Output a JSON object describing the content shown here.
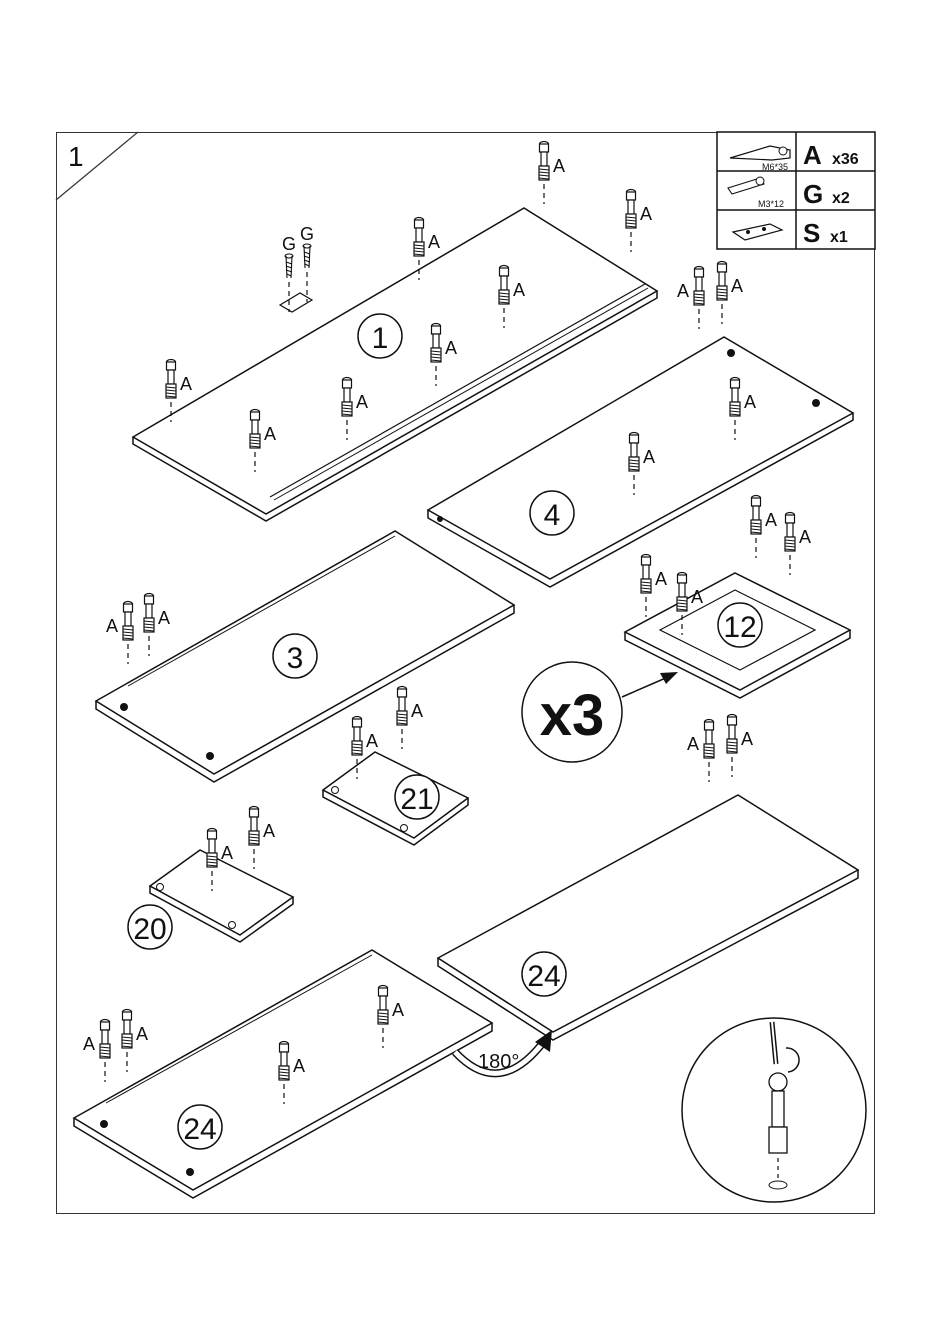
{
  "step": {
    "number": "1"
  },
  "hardware": [
    {
      "icon": "cam-bolt-icon",
      "spec": "M6*35",
      "letter": "A",
      "qty": "x36"
    },
    {
      "icon": "screw-icon",
      "spec": "M3*12",
      "letter": "G",
      "qty": "x2"
    },
    {
      "icon": "bracket-icon",
      "spec": "",
      "letter": "S",
      "qty": "x1"
    }
  ],
  "parts": {
    "p1": "1",
    "p4": "4",
    "p3": "3",
    "p12": "12",
    "p21": "21",
    "p20": "20",
    "p24a": "24",
    "p24b": "24"
  },
  "labels": {
    "bolt": "A",
    "screw": "G"
  },
  "multiplier": "x3",
  "rotation": "180°",
  "colors": {
    "line": "#111111",
    "panel": "#ffffff"
  }
}
